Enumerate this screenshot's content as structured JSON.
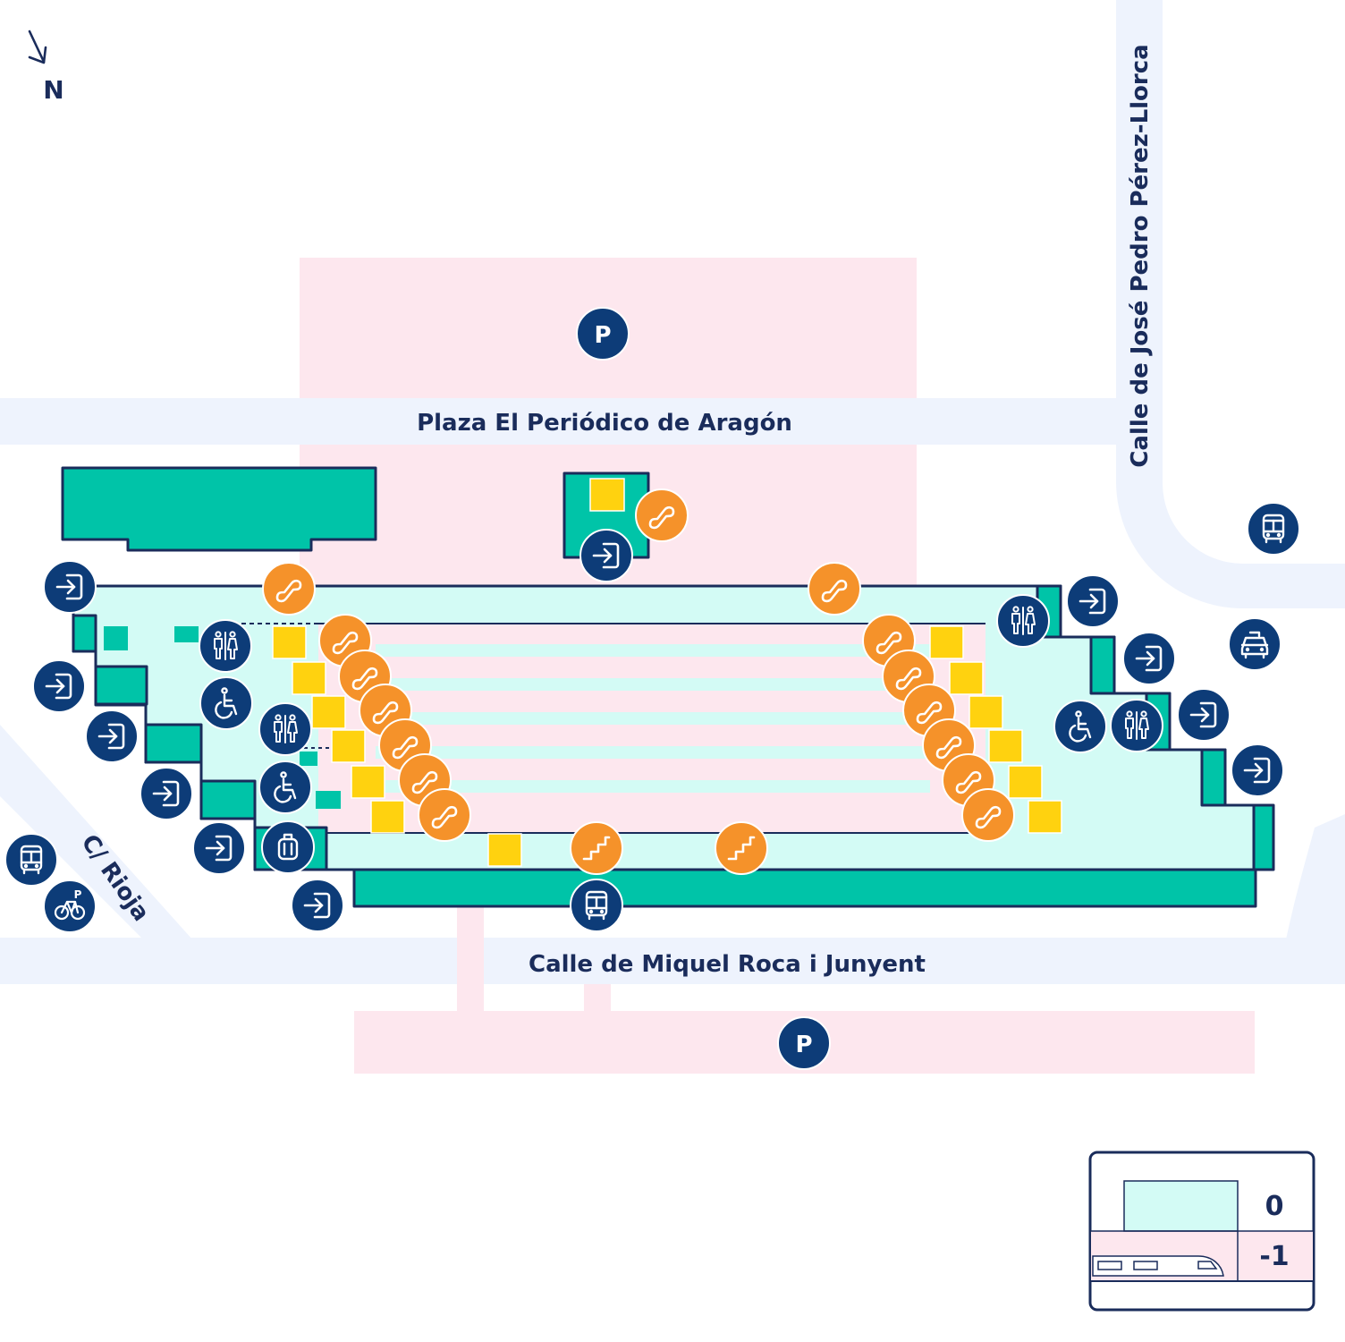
{
  "compass": {
    "label": "N",
    "icon": "north-arrow-icon"
  },
  "streets": {
    "north": "Plaza El Periódico de Aragón",
    "south": "Calle de Miquel Roca i Junyent",
    "east": "Calle de José Pedro Pérez-Llorca",
    "west": "C/ Rioja"
  },
  "parking_label": "P",
  "level_indicator": {
    "upper": "0",
    "lower": "-1"
  },
  "colors": {
    "navy": "#0d3c78",
    "teal": "#00c4a8",
    "mint": "#d3fbf5",
    "pink": "#fde7ee",
    "road": "#eef3fd",
    "orange": "#f5922a",
    "yellow": "#ffd20f",
    "outline": "#1a2c5b"
  },
  "icons": {
    "parking": "parking-icon",
    "entrance": "entrance-icon",
    "escalator": "escalator-icon",
    "stairs": "stairs-icon",
    "elevator": "elevator-icon",
    "restroom": "restroom-icon",
    "accessible": "wheelchair-icon",
    "luggage": "luggage-icon",
    "bus": "bus-icon",
    "taxi": "taxi-icon",
    "bike_parking": "bike-parking-icon"
  }
}
